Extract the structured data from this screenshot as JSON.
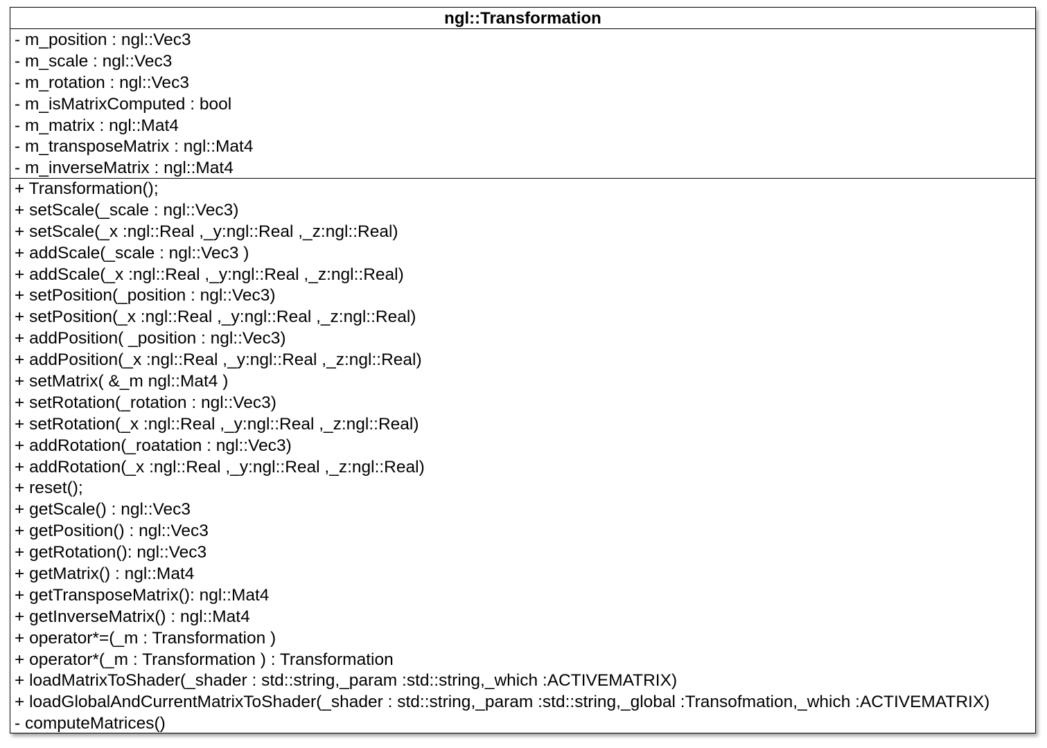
{
  "class": {
    "name": "ngl::Transformation",
    "attributes": [
      "- m_position : ngl::Vec3",
      "- m_scale : ngl::Vec3",
      "- m_rotation : ngl::Vec3",
      "- m_isMatrixComputed : bool",
      "- m_matrix : ngl::Mat4",
      "- m_transposeMatrix : ngl::Mat4",
      "- m_inverseMatrix : ngl::Mat4"
    ],
    "operations": [
      "+ Transformation();",
      "+ setScale(_scale : ngl::Vec3)",
      "+ setScale(_x :ngl::Real ,_y:ngl::Real ,_z:ngl::Real)",
      "+ addScale(_scale : ngl::Vec3 )",
      "+ addScale(_x :ngl::Real ,_y:ngl::Real ,_z:ngl::Real)",
      "+ setPosition(_position : ngl::Vec3)",
      "+ setPosition(_x :ngl::Real ,_y:ngl::Real ,_z:ngl::Real)",
      "+ addPosition( _position : ngl::Vec3)",
      "+ addPosition(_x :ngl::Real ,_y:ngl::Real ,_z:ngl::Real)",
      "+ setMatrix( &_m ngl::Mat4 )",
      "+ setRotation(_rotation : ngl::Vec3)",
      "+ setRotation(_x :ngl::Real ,_y:ngl::Real ,_z:ngl::Real)",
      "+ addRotation(_roatation : ngl::Vec3)",
      "+ addRotation(_x :ngl::Real ,_y:ngl::Real ,_z:ngl::Real)",
      "+ reset();",
      "+ getScale() : ngl::Vec3",
      "+ getPosition() : ngl::Vec3",
      "+ getRotation(): ngl::Vec3",
      "+ getMatrix() : ngl::Mat4",
      "+ getTransposeMatrix(): ngl::Mat4",
      "+ getInverseMatrix() : ngl::Mat4",
      "+ operator*=(_m : Transformation )",
      "+ operator*(_m : Transformation ) : Transformation",
      "+ loadMatrixToShader(_shader : std::string,_param :std::string,_which :ACTIVEMATRIX)",
      "+ loadGlobalAndCurrentMatrixToShader(_shader : std::string,_param :std::string,_global :Transofmation,_which :ACTIVEMATRIX)",
      "- computeMatrices()"
    ]
  }
}
